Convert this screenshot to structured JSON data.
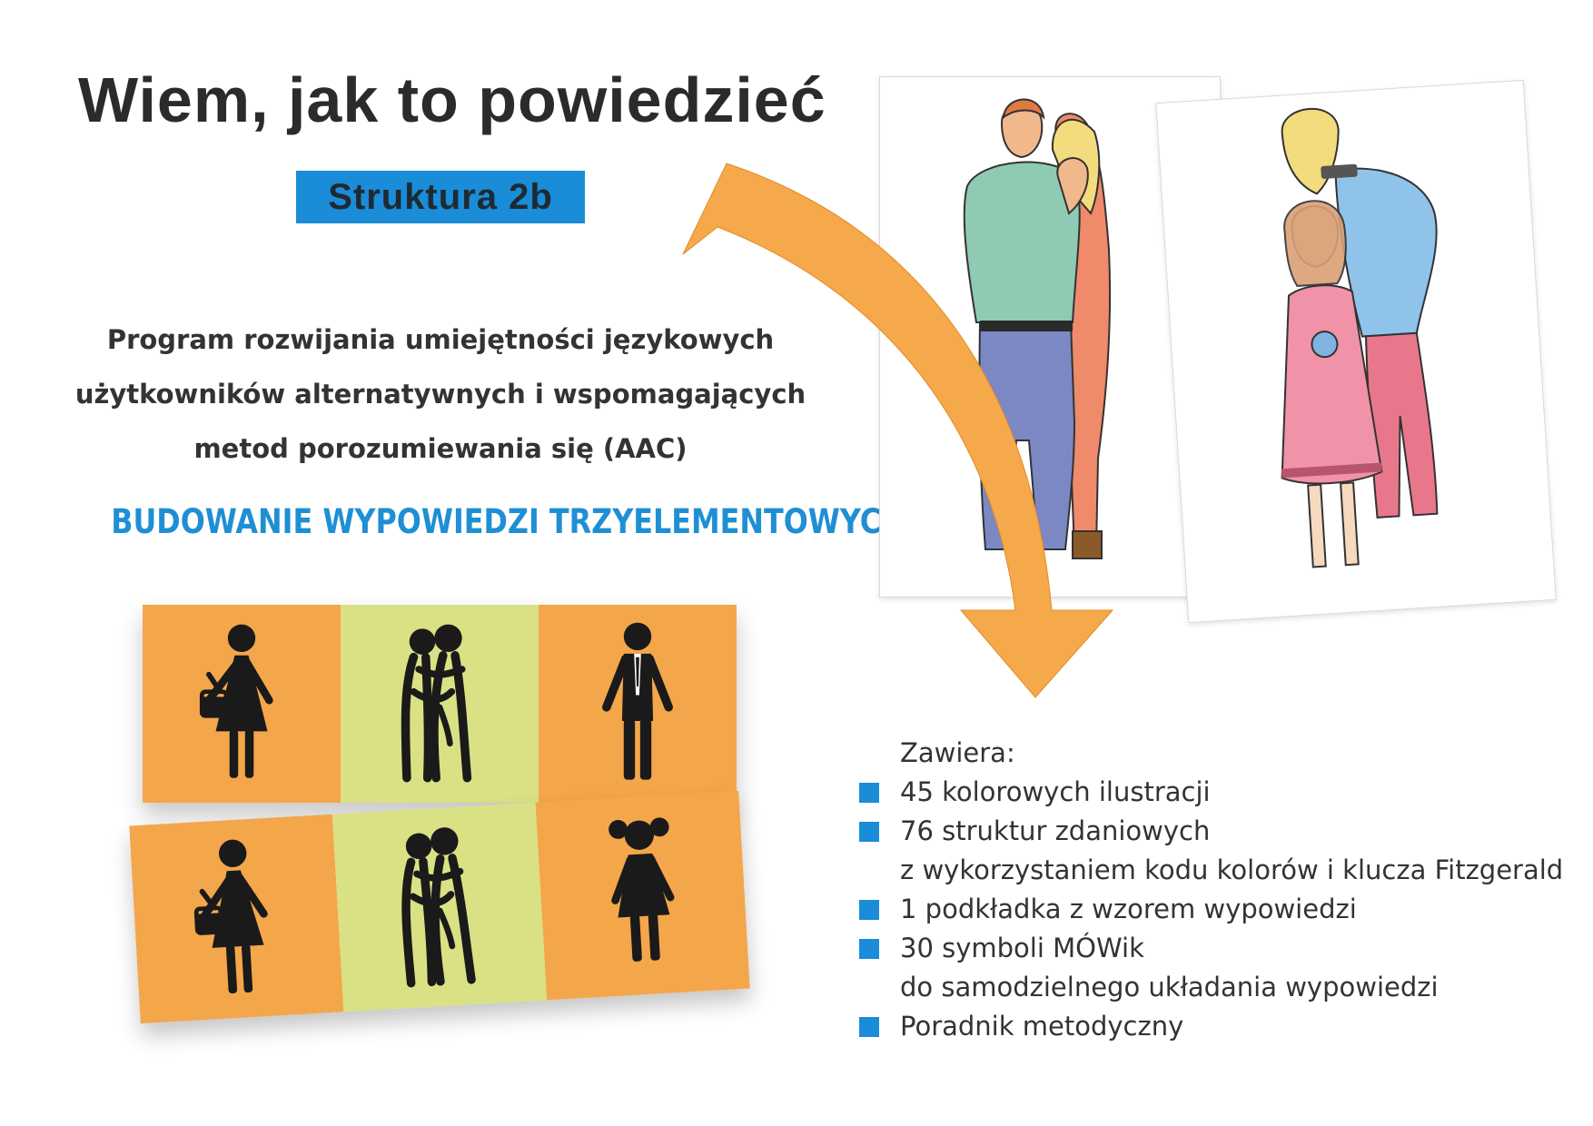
{
  "title": "Wiem, jak to powiedzieć",
  "badge": "Struktura 2b",
  "description": [
    "Program rozwijania umiejętności językowych",
    "użytkowników alternatywnych i wspomagających",
    "metod porozumiewania się (AAC)"
  ],
  "subheading": "BUDOWANIE WYPOWIEDZI TRZYELEMENTOWYCH",
  "colors": {
    "accent_blue": "#1a8cd8",
    "orange": "#f4a64b",
    "green": "#d9e184",
    "arrow": "#f6a94a"
  },
  "strip_top": [
    "woman-with-handbag-icon",
    "hugging-people-icon",
    "man-with-tie-icon"
  ],
  "strip_bottom": [
    "woman-with-handbag-icon",
    "hugging-people-icon",
    "girl-with-pigtails-icon"
  ],
  "contents": {
    "header": "Zawiera:",
    "items": [
      {
        "text": "45 kolorowych ilustracji",
        "sub": ""
      },
      {
        "text": "76 struktur zdaniowych",
        "sub": "z wykorzystaniem kodu kolorów i klucza Fitzgerald"
      },
      {
        "text": "1 podkładka z wzorem wypowiedzi",
        "sub": ""
      },
      {
        "text": "30 symboli MÓWik",
        "sub": "do samodzielnego układania wypowiedzi"
      },
      {
        "text": "Poradnik metodyczny",
        "sub": ""
      }
    ]
  }
}
